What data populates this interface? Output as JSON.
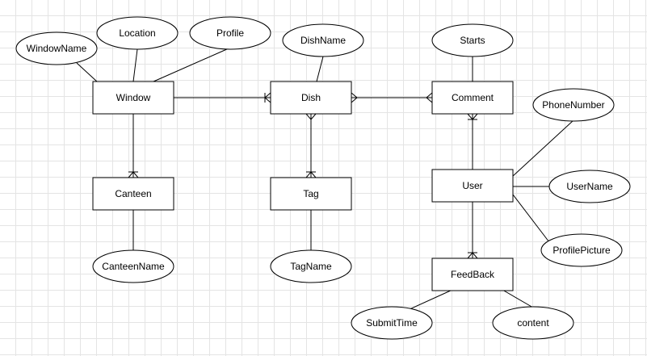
{
  "entities": {
    "window": "Window",
    "dish": "Dish",
    "comment": "Comment",
    "canteen": "Canteen",
    "tag": "Tag",
    "user": "User",
    "feedback": "FeedBack"
  },
  "attributes": {
    "window_name": "WindowName",
    "location": "Location",
    "profile": "Profile",
    "dish_name": "DishName",
    "starts": "Starts",
    "phone_number": "PhoneNumber",
    "user_name": "UserName",
    "profile_picture": "ProfilePicture",
    "canteen_name": "CanteenName",
    "tag_name": "TagName",
    "submit_time": "SubmitTime",
    "content": "content"
  },
  "relationships": [
    {
      "from": "Window",
      "to": "Dish",
      "to_cardinality": "one-or-many"
    },
    {
      "from": "Dish",
      "to": "Comment",
      "from_cardinality": "many",
      "to_cardinality": "many"
    },
    {
      "from": "Window",
      "to": "Canteen",
      "to_cardinality": "one-or-many"
    },
    {
      "from": "Dish",
      "to": "Tag",
      "from_cardinality": "many",
      "to_cardinality": "one-or-many"
    },
    {
      "from": "User",
      "to": "Comment",
      "to_cardinality": "one-or-many"
    },
    {
      "from": "User",
      "to": "FeedBack",
      "to_cardinality": "one-or-many"
    }
  ]
}
